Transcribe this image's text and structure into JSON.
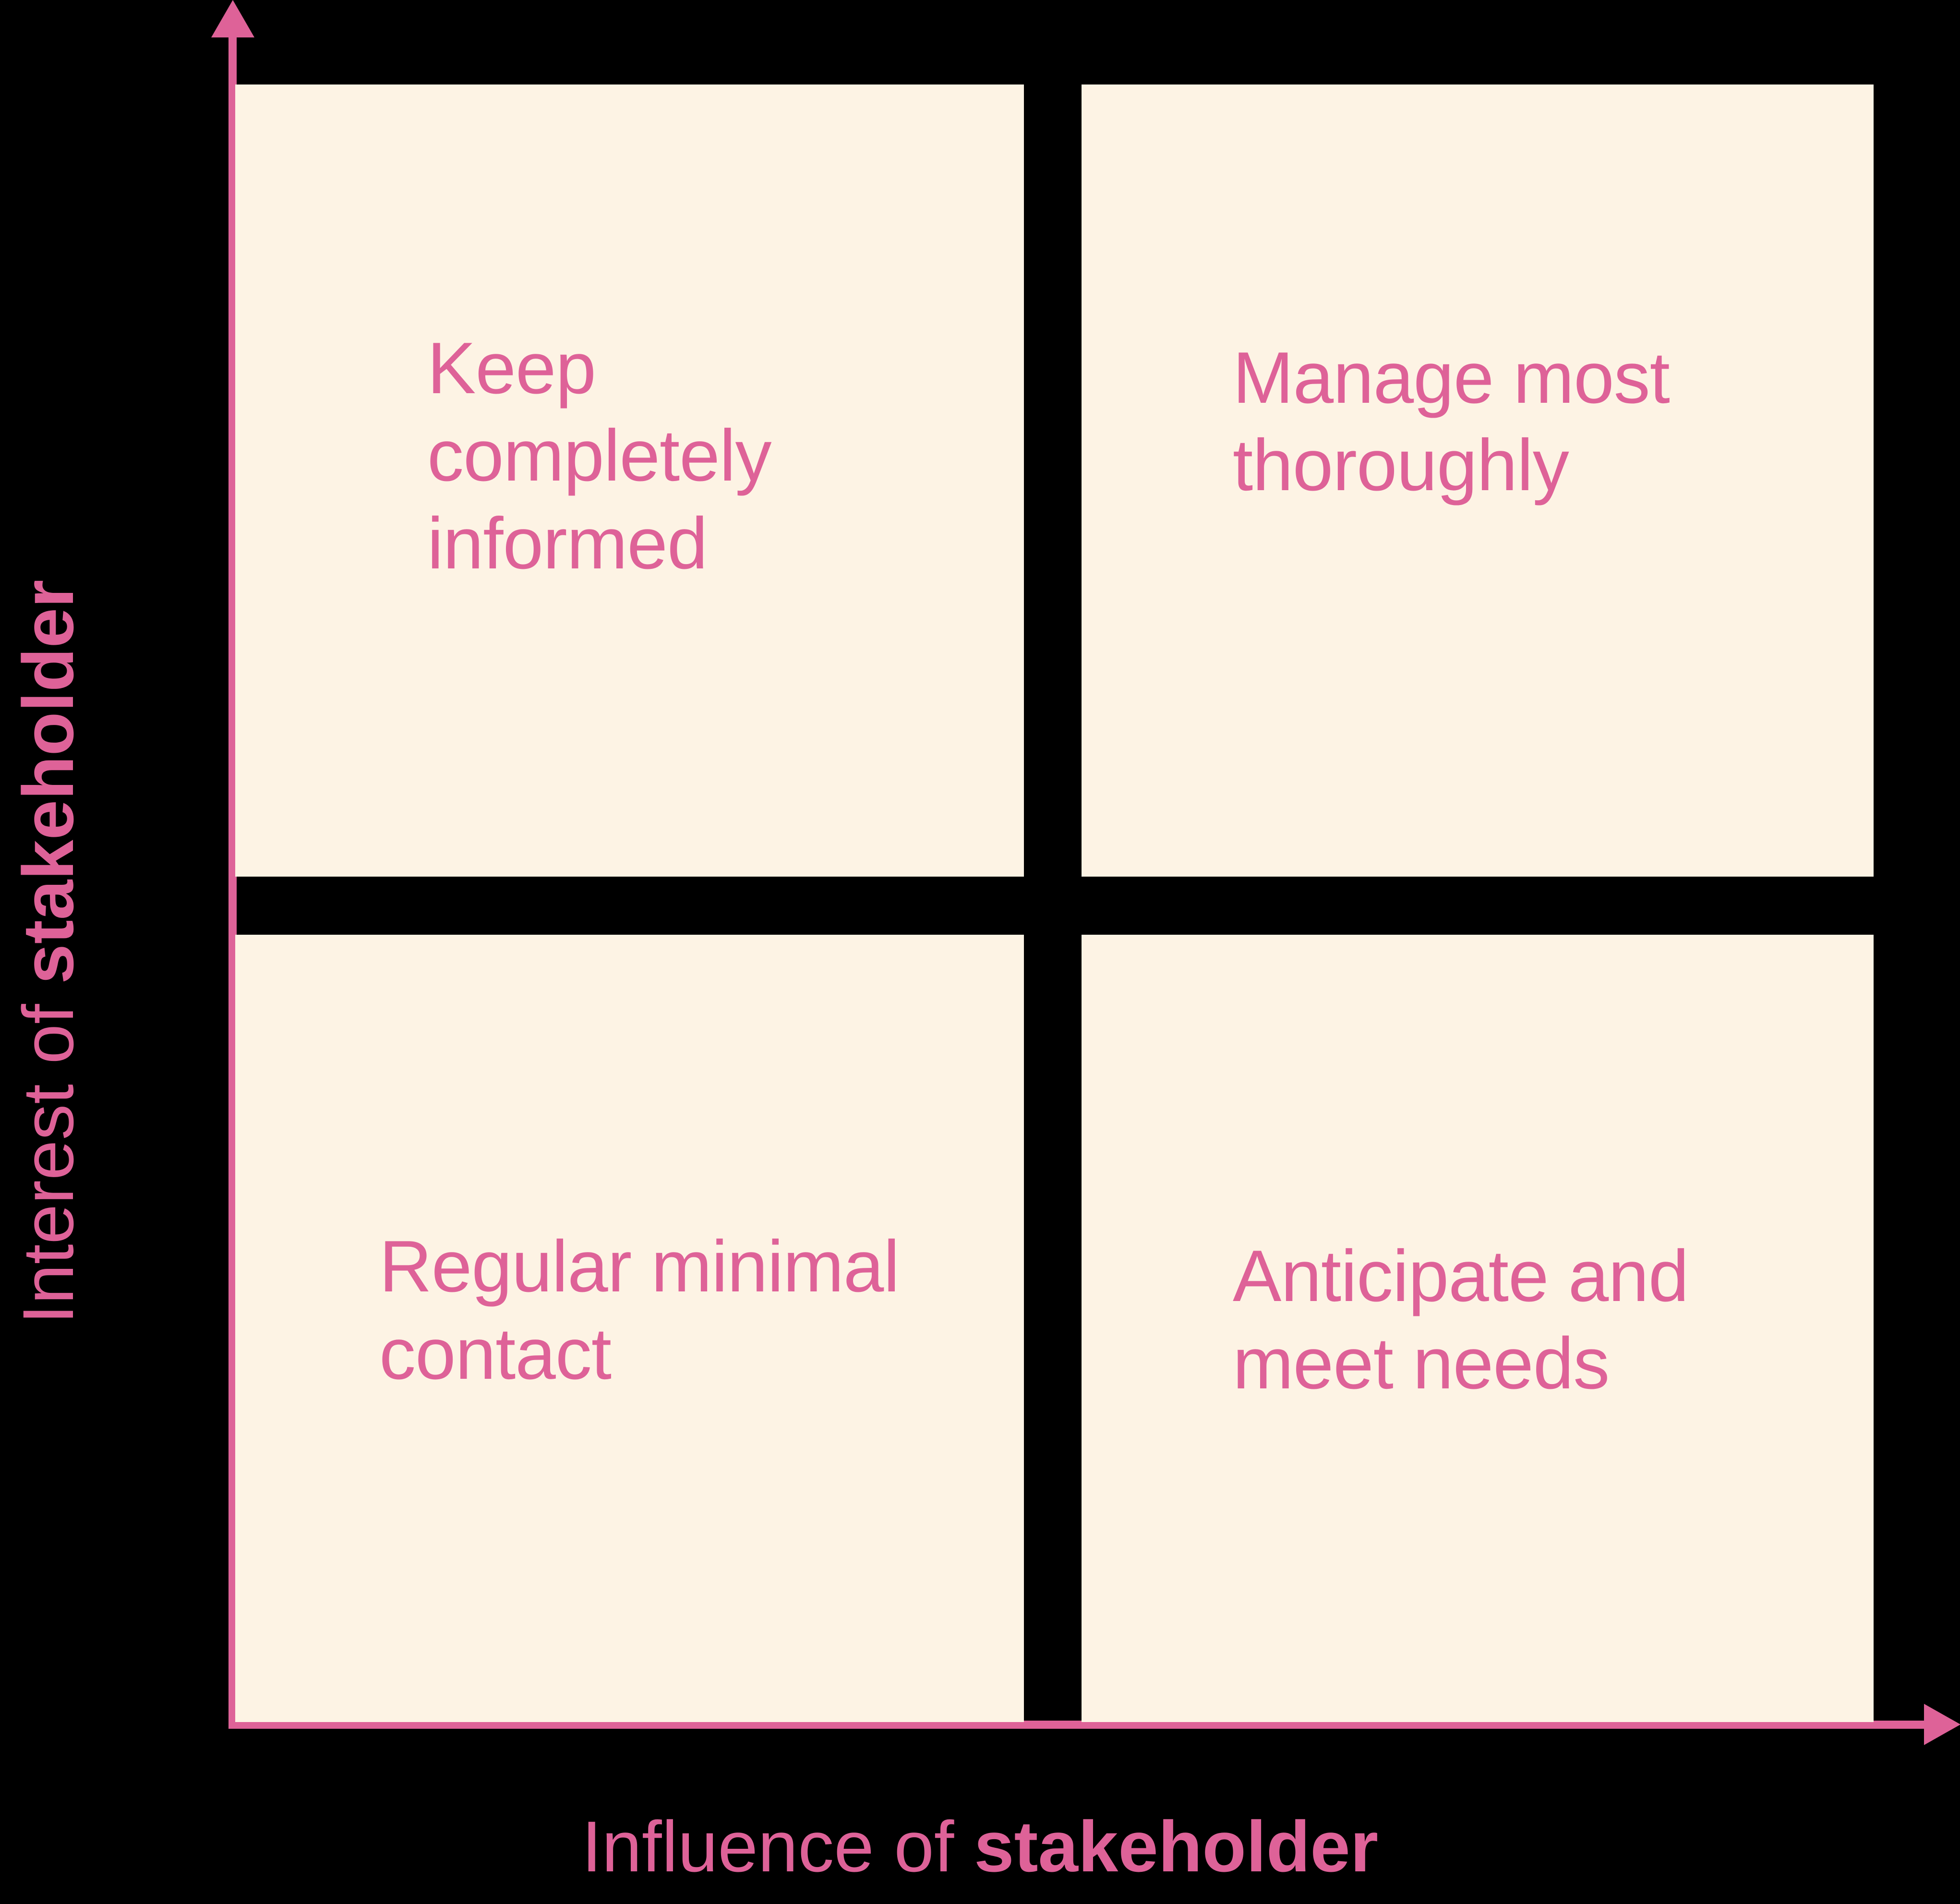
{
  "colors": {
    "background": "#000000",
    "accent_pink": "#de6298",
    "box_fill": "#fdf3e4"
  },
  "axes": {
    "x_title_plain": "Influence of ",
    "x_title_bold": "stakeholder",
    "y_title_plain": "Interest of ",
    "y_title_bold": "stakeholder",
    "x_arrow_icon": "arrow-right-icon",
    "y_arrow_icon": "arrow-up-icon"
  },
  "chart_data": {
    "type": "matrix",
    "title": "",
    "xlabel": "Influence of stakeholder",
    "ylabel": "Interest of stakeholder",
    "rows": 2,
    "cols": 2,
    "quadrants": [
      {
        "id": "top-left",
        "x_level": "low",
        "y_level": "high",
        "label": "Keep completely informed"
      },
      {
        "id": "top-right",
        "x_level": "high",
        "y_level": "high",
        "label": "Manage most thoroughly"
      },
      {
        "id": "bottom-left",
        "x_level": "low",
        "y_level": "low",
        "label": "Regular minimal contact"
      },
      {
        "id": "bottom-right",
        "x_level": "high",
        "y_level": "low",
        "label": "Anticipate and meet needs"
      }
    ]
  },
  "quadrants": {
    "top_left": "Keep\ncompletely\ninformed",
    "top_right": "Manage most\nthoroughly",
    "bottom_left": "Regular minimal\ncontact",
    "bottom_right": "Anticipate and\nmeet needs"
  }
}
